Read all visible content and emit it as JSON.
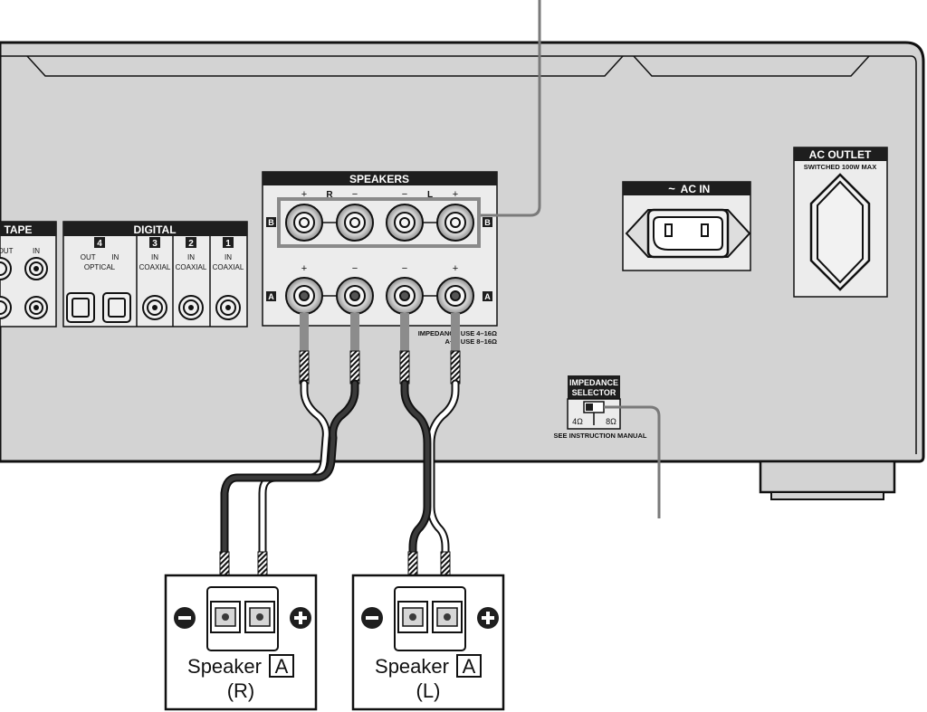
{
  "panel": {
    "tape": {
      "title": "TAPE",
      "out": "OUT",
      "in": "IN"
    },
    "digital": {
      "title": "DIGITAL",
      "inputs": [
        {
          "num": "4",
          "line1": "OUT        IN",
          "line2": "OPTICAL"
        },
        {
          "num": "3",
          "line1": "IN",
          "line2": "COAXIAL"
        },
        {
          "num": "2",
          "line1": "IN",
          "line2": "COAXIAL"
        },
        {
          "num": "1",
          "line1": "IN",
          "line2": "COAXIAL"
        }
      ]
    },
    "speakers": {
      "title": "SPEAKERS",
      "row_b": "B",
      "row_a": "A",
      "plus": "+",
      "minus": "−",
      "channel_r": "R",
      "channel_l": "L",
      "impedance_line1": "IMPEDANCE USE 4–16Ω",
      "impedance_line2": "A+B USE 8–16Ω"
    },
    "ac_in": {
      "symbol": "~",
      "title": "AC IN"
    },
    "ac_outlet": {
      "title": "AC OUTLET",
      "subtitle": "SWITCHED 100W MAX"
    },
    "impedance_selector": {
      "title_line1": "IMPEDANCE",
      "title_line2": "SELECTOR",
      "left": "4Ω",
      "right": "8Ω",
      "note": "SEE INSTRUCTION MANUAL"
    }
  },
  "speakers_units": [
    {
      "name": "Speaker",
      "badge": "A",
      "channel": "(R)"
    },
    {
      "name": "Speaker",
      "badge": "A",
      "channel": "(L)"
    }
  ],
  "colors": {
    "panel": "#d3d3d3",
    "label_bar": "#1e1e1e",
    "wire_dark": "#3a3a3a",
    "leader_line": "#7a7a7a",
    "highlight_box": "#8a8a8a"
  }
}
